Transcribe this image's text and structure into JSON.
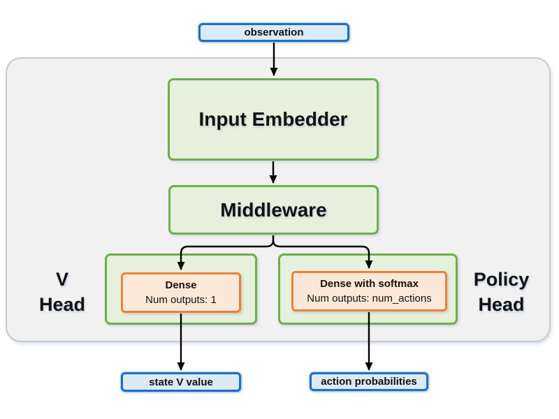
{
  "nodes": {
    "observation": {
      "label": "observation"
    },
    "input_embedder": {
      "label": "Input Embedder"
    },
    "middleware": {
      "label": "Middleware"
    },
    "v_head_label": {
      "line1": "V",
      "line2": "Head"
    },
    "v_dense": {
      "title": "Dense",
      "subtitle": "Num outputs: 1"
    },
    "policy_head_label": {
      "line1": "Policy",
      "line2": "Head"
    },
    "policy_dense": {
      "title": "Dense with softmax",
      "subtitle": "Num outputs: num_actions"
    },
    "state_v_value": {
      "label": "state V value"
    },
    "action_probabilities": {
      "label": "action probabilities"
    }
  },
  "colors": {
    "io_border": "#1E6FBF",
    "io_fill": "#DCE9F7",
    "block_border": "#6FAE47",
    "block_fill": "#E5F0DD",
    "layer_border": "#E8823A",
    "layer_fill": "#FCE8D8",
    "container_fill": "#F1F1F2",
    "container_border": "#C7C8C9",
    "arrow": "#000000"
  }
}
